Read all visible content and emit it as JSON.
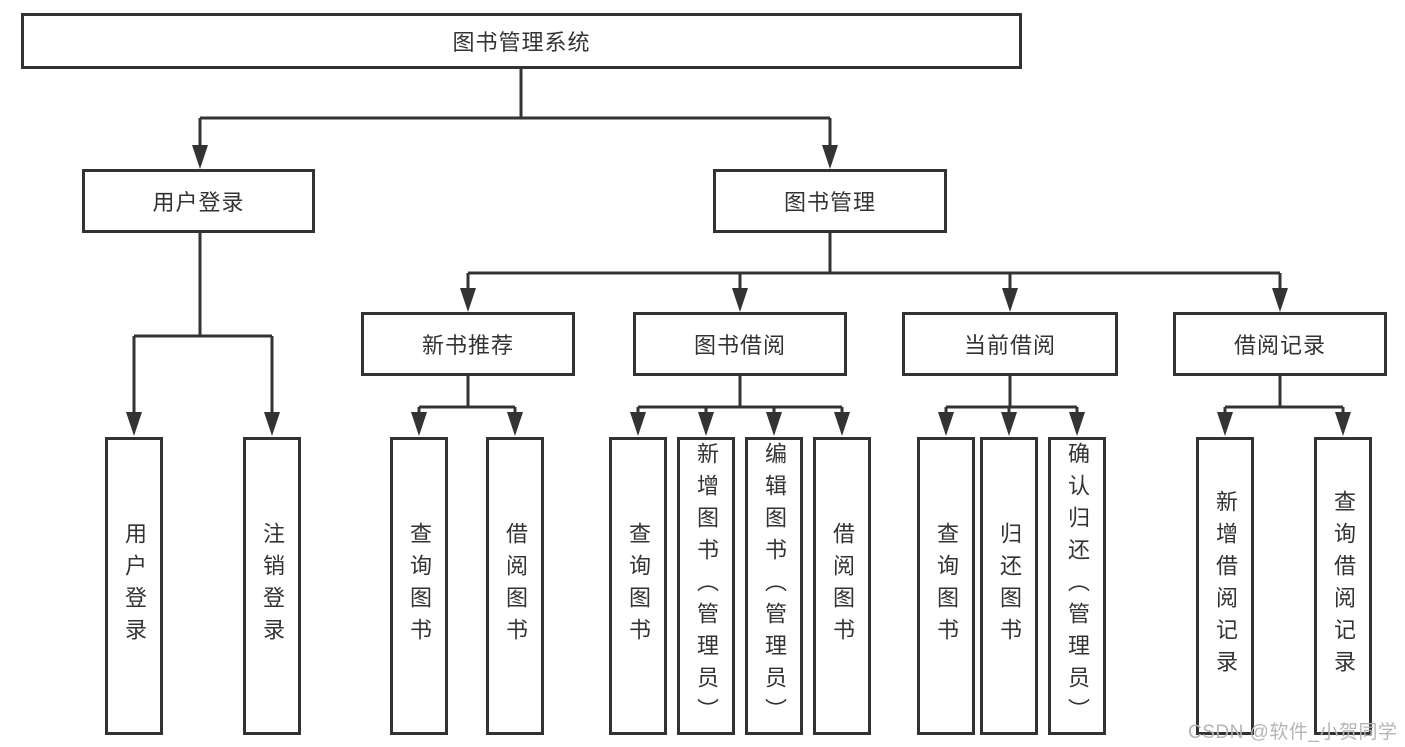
{
  "diagram_title": "图书管理系统",
  "nodes": {
    "root": "图书管理系统",
    "user_login": "用户登录",
    "book_mgmt": "图书管理",
    "new_book_rec": "新书推荐",
    "book_borrow": "图书借阅",
    "current_borrow": "当前借阅",
    "borrow_record": "借阅记录"
  },
  "children": {
    "user_login": [
      "用户登录",
      "注销登录"
    ],
    "new_book_rec": [
      "查询图书",
      "借阅图书"
    ],
    "book_borrow": [
      "查询图书",
      "新增图书（管理员）",
      "编辑图书（管理员）",
      "借阅图书"
    ],
    "current_borrow": [
      "查询图书",
      "归还图书",
      "确认归还（管理员）"
    ],
    "borrow_record": [
      "新增借阅记录",
      "查询借阅记录"
    ]
  },
  "watermark": "CSDN @软件_小贺同学",
  "colors": {
    "line": "#333333",
    "box_border": "#323232",
    "box_background": "#ffffff",
    "text": "#333333",
    "watermark": "#b5b5b5"
  }
}
